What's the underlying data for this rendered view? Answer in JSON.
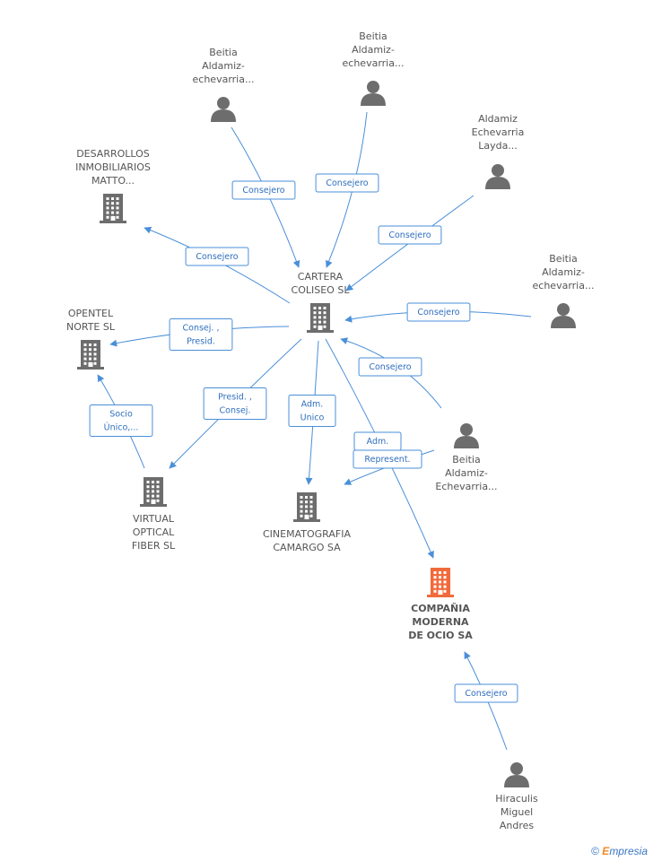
{
  "colors": {
    "edge": "#4a8fd8",
    "node": "#6d6d6d",
    "focus": "#f06a3c",
    "text": "#555555"
  },
  "nodes": [
    {
      "id": "p_beitia1",
      "type": "person",
      "icon": "person-icon",
      "lines": [
        "Beitia",
        "Aldamiz-",
        "echevarria..."
      ]
    },
    {
      "id": "p_beitia2",
      "type": "person",
      "icon": "person-icon",
      "lines": [
        "Beitia",
        "Aldamiz-",
        "echevarria..."
      ]
    },
    {
      "id": "p_aldamiz",
      "type": "person",
      "icon": "person-icon",
      "lines": [
        "Aldamiz",
        "Echevarria",
        "Layda..."
      ]
    },
    {
      "id": "p_beitia3",
      "type": "person",
      "icon": "person-icon",
      "lines": [
        "Beitia",
        "Aldamiz-",
        "echevarria..."
      ]
    },
    {
      "id": "p_beitia4",
      "type": "person",
      "icon": "person-icon",
      "lines": [
        "Beitia",
        "Aldamiz-",
        "Echevarria..."
      ]
    },
    {
      "id": "p_hiraculis",
      "type": "person",
      "icon": "person-icon",
      "lines": [
        "Hiraculis",
        "Miguel",
        "Andres"
      ]
    },
    {
      "id": "c_desarrollos",
      "type": "company",
      "icon": "building-icon",
      "lines": [
        "DESARROLLOS",
        "INMOBILIARIOS",
        "MATTO..."
      ]
    },
    {
      "id": "c_cartera",
      "type": "company",
      "icon": "building-icon",
      "lines": [
        "CARTERA",
        "COLISEO SL"
      ]
    },
    {
      "id": "c_opentel",
      "type": "company",
      "icon": "building-icon",
      "lines": [
        "OPENTEL",
        "NORTE SL"
      ]
    },
    {
      "id": "c_virtual",
      "type": "company",
      "icon": "building-icon",
      "lines": [
        "VIRTUAL",
        "OPTICAL",
        "FIBER SL"
      ]
    },
    {
      "id": "c_cinematografia",
      "type": "company",
      "icon": "building-icon",
      "lines": [
        "CINEMATOGRAFIA",
        "CAMARGO SA"
      ]
    },
    {
      "id": "c_compania",
      "type": "company",
      "icon": "building-icon",
      "focus": true,
      "lines": [
        "COMPAÑIA",
        "MODERNA",
        "DE OCIO SA"
      ]
    }
  ],
  "edges": [
    {
      "id": "e1",
      "from": "p_beitia1",
      "to": "c_cartera",
      "lines": [
        "Consejero"
      ]
    },
    {
      "id": "e2",
      "from": "p_beitia2",
      "to": "c_cartera",
      "lines": [
        "Consejero"
      ]
    },
    {
      "id": "e3",
      "from": "p_aldamiz",
      "to": "c_cartera",
      "lines": [
        "Consejero"
      ]
    },
    {
      "id": "e4",
      "from": "p_beitia3",
      "to": "c_cartera",
      "lines": [
        "Consejero"
      ]
    },
    {
      "id": "e5",
      "from": "p_beitia4",
      "to": "c_cartera",
      "lines": [
        "Consejero"
      ]
    },
    {
      "id": "e6",
      "from": "c_cartera",
      "to": "c_desarrollos",
      "lines": [
        "Consejero"
      ]
    },
    {
      "id": "e7",
      "from": "c_cartera",
      "to": "c_opentel",
      "lines": [
        "Consej. ,",
        "Presid."
      ]
    },
    {
      "id": "e8",
      "from": "c_cartera",
      "to": "c_virtual",
      "lines": [
        "Presid. ,",
        "Consej."
      ]
    },
    {
      "id": "e9",
      "from": "c_cartera",
      "to": "c_cinematografia",
      "lines": [
        "Adm.",
        "Unico"
      ]
    },
    {
      "id": "e10",
      "from": "c_cartera",
      "to": "c_compania",
      "lines": [
        "Adm."
      ]
    },
    {
      "id": "e11",
      "from": "p_beitia4",
      "to": "c_cinematografia",
      "lines": [
        "Represent."
      ]
    },
    {
      "id": "e12",
      "from": "c_virtual",
      "to": "c_opentel",
      "lines": [
        "Socio",
        "Único,..."
      ]
    },
    {
      "id": "e13",
      "from": "p_hiraculis",
      "to": "c_compania",
      "lines": [
        "Consejero"
      ]
    }
  ],
  "footer": {
    "copyright": "©",
    "brand_initial": "E",
    "brand_rest": "mpresia"
  }
}
